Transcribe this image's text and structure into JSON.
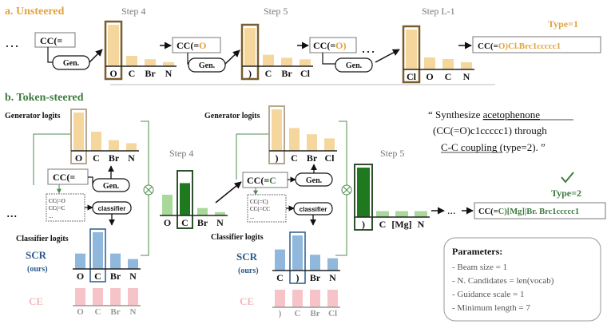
{
  "colors": {
    "tan_bar": "#f5d79e",
    "tan_border": "#7a5c2e",
    "orange_text": "#e2a33c",
    "dark_green": "#1f7a1f",
    "light_green": "#a8d89a",
    "green_text": "#3d7a3d",
    "blue_bar": "#8fb8dc",
    "blue_dark": "#2b5a8a",
    "pink_bar": "#f6c4c8",
    "pink_text": "#f2b8bd",
    "axis": "#222222",
    "grey_text": "#777777"
  },
  "section_a": {
    "title": "a. Unsteered",
    "step_labels": [
      "Step 4",
      "Step 5",
      "Step L-1"
    ],
    "ellipsis": "…",
    "smiles_start": "CC(=",
    "gen_label": "Gen.",
    "smiles_prefix": "CC(=",
    "smiles_step5_suffix": "O",
    "smiles_stepL_suffix": "O)",
    "final_prefix": "CC(=",
    "final_suffix": "O)Cl.Brc1ccccc1",
    "type_label": "Type=1",
    "charts": [
      {
        "categories": [
          "O",
          "C",
          "Br",
          "N"
        ],
        "values": [
          1.0,
          0.25,
          0.17,
          0.1
        ],
        "selected": 0
      },
      {
        "categories": [
          ")",
          "C",
          "Br",
          "Cl"
        ],
        "values": [
          1.0,
          0.3,
          0.22,
          0.18
        ],
        "selected": 0
      },
      {
        "categories": [
          "Cl",
          "O",
          "C",
          "N"
        ],
        "values": [
          1.0,
          0.3,
          0.26,
          0.18
        ],
        "selected": 0
      }
    ]
  },
  "section_b": {
    "title": "b. Token-steered",
    "generator_logits_label": "Generator logits",
    "classifier_logits_label": "Classifier logits",
    "scr_label": "SCR",
    "ours_label": "(ours)",
    "ce_label": "CE",
    "gen_label": "Gen.",
    "classifier_label": "classifier",
    "ellipsis_dots": "...",
    "step4": {
      "step_label": "Step 4",
      "smiles_input": "CC(=",
      "candidates": [
        "CC(=O",
        "CC(=C"
      ],
      "generator": {
        "categories": [
          "O",
          "C",
          "Br",
          "N"
        ],
        "values": [
          1.0,
          0.5,
          0.28,
          0.2
        ],
        "selected": 0
      },
      "classifier_scr": {
        "categories": [
          "O",
          "C",
          "Br",
          "N"
        ],
        "values": [
          0.42,
          1.0,
          0.42,
          0.27
        ],
        "selected": 1
      },
      "classifier_ce": {
        "categories": [
          "O",
          "C",
          "Br",
          "N"
        ],
        "values": [
          1.0,
          1.0,
          1.0,
          1.0
        ]
      },
      "combined": {
        "categories": [
          "O",
          "C",
          "Br",
          "N"
        ],
        "values": [
          0.5,
          0.78,
          0.18,
          0.08
        ],
        "selected": 1
      }
    },
    "step5": {
      "step_label": "Step 5",
      "smiles_prefix": "CC(=",
      "smiles_suffix": "C",
      "candidates": [
        "CC(=C)",
        "CC(=CC"
      ],
      "generator": {
        "categories": [
          ")",
          "C",
          "Br",
          "Cl"
        ],
        "values": [
          1.0,
          0.55,
          0.4,
          0.3
        ],
        "selected": 0
      },
      "classifier_scr": {
        "categories": [
          "C",
          ")",
          "Br",
          "N"
        ],
        "values": [
          0.6,
          1.0,
          0.45,
          0.35
        ],
        "selected": 1
      },
      "classifier_ce": {
        "categories": [
          ")",
          "C",
          "Br",
          "Cl"
        ],
        "values": [
          1.0,
          1.0,
          1.0,
          1.0
        ]
      },
      "combined": {
        "categories": [
          ")",
          "C",
          "[Mg]",
          "N"
        ],
        "values": [
          1.0,
          0.12,
          0.12,
          0.12
        ],
        "selected": 0
      }
    },
    "final_prefix": "CC(=",
    "final_suffix": "C)[Mg]|Br. Brc1ccccc1",
    "type_label": "Type=2",
    "check_icon": "check-icon",
    "prompt_lines": [
      "“ Synthesize ",
      "acetophenone",
      "(CC(=O)c1ccccc1) through",
      "C-C coupling",
      " (type=2). ”"
    ],
    "parameters_title": "Parameters:",
    "parameters": [
      "- Beam size = 1",
      "- N. Candidates = len(vocab)",
      "- Guidance scale = 1",
      "- Minimum length = 7"
    ]
  }
}
